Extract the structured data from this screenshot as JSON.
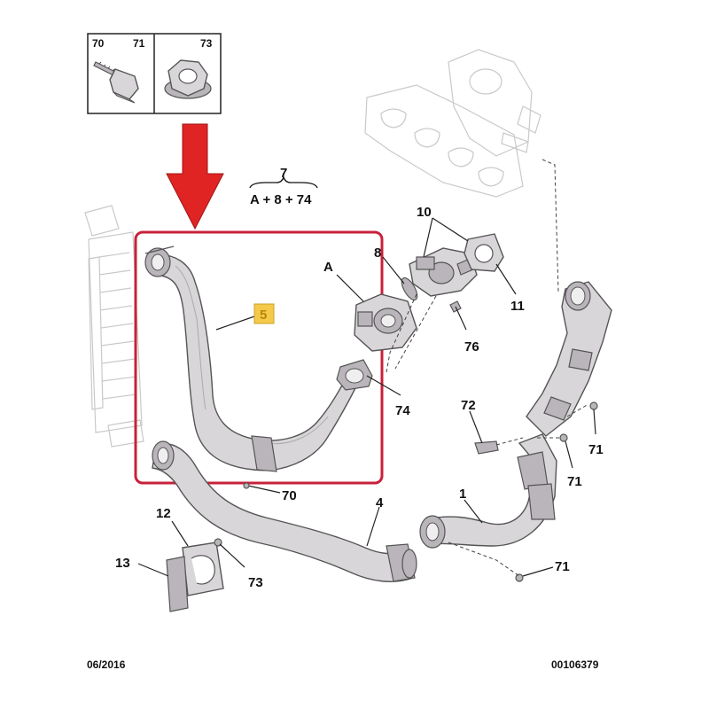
{
  "callout_box": {
    "labels": [
      "70",
      "71",
      "73"
    ]
  },
  "kit": {
    "number": "7",
    "formula": "A + 8 + 74"
  },
  "highlight": {
    "part_number": "5",
    "box_color": "#c8203b",
    "badge_color": "#f5c94a",
    "arrow_color": "#e02424"
  },
  "part_labels": {
    "p1": "1",
    "p4": "4",
    "pA": "A",
    "p8": "8",
    "p10": "10",
    "p11": "11",
    "p12": "12",
    "p13": "13",
    "p70_bottom": "70",
    "p71_a": "71",
    "p71_b": "71",
    "p71_c": "71",
    "p72": "72",
    "p73": "73",
    "p74": "74",
    "p76": "76"
  },
  "footer": {
    "date": "06/2016",
    "reference": "00106379"
  }
}
